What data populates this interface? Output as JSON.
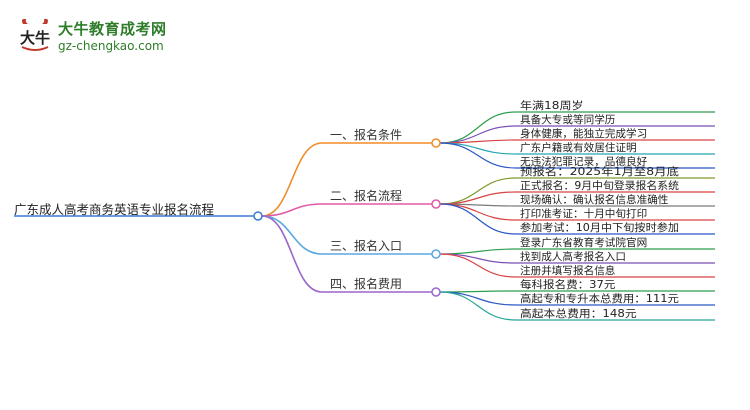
{
  "brand": {
    "name": "大牛教育成考网",
    "site": "gz-chengkao.com",
    "logo_mark_text": "大牛"
  },
  "colors": {
    "root_line": "#3a7bd5",
    "branch1": "#f08c28",
    "branch2": "#e05aa8",
    "branch3": "#5aa9e0",
    "branch4": "#9a67c9",
    "leaf_green": "#2e9e4f",
    "leaf_purple": "#7b4fb8",
    "leaf_red": "#d94444",
    "leaf_cyan": "#25a7b5",
    "leaf_blue": "#2b57c4",
    "leaf_olive": "#7e9a2a",
    "leaf_gray": "#7a7a7a",
    "leaf_teal": "#26a59a"
  },
  "mindmap": {
    "root": "广东成人高考商务英语专业报名流程",
    "branches": [
      {
        "label": "一、报名条件",
        "leaves": [
          "年满18周岁",
          "具备大专或等同学历",
          "身体健康，能独立完成学习",
          "广东户籍或有效居住证明",
          "无违法犯罪记录，品德良好"
        ]
      },
      {
        "label": "二、报名流程",
        "leaves": [
          "预报名：2025年1月至8月底",
          "正式报名：9月中旬登录报名系统",
          "现场确认：确认报名信息准确性",
          "打印准考证：十月中旬打印",
          "参加考试：10月中下旬按时参加"
        ]
      },
      {
        "label": "三、报名入口",
        "leaves": [
          "登录广东省教育考试院官网",
          "找到成人高考报名入口",
          "注册并填写报名信息"
        ]
      },
      {
        "label": "四、报名费用",
        "leaves": [
          "每科报名费：37元",
          "高起专和专升本总费用：111元",
          "高起本总费用：148元"
        ]
      }
    ]
  }
}
